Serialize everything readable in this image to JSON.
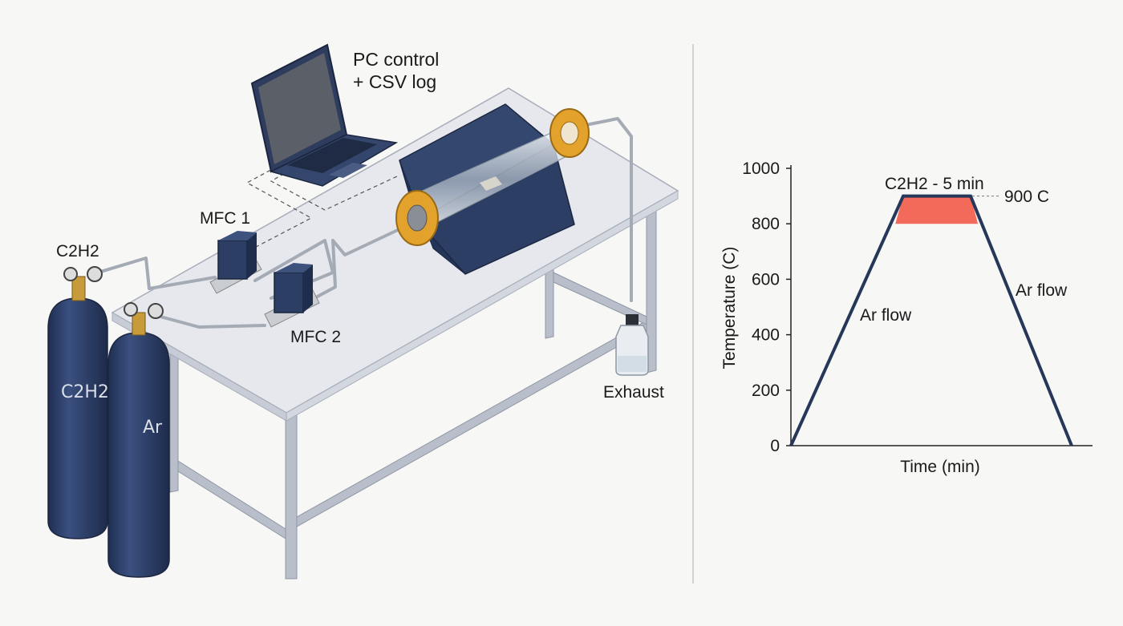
{
  "labels": {
    "pc_line1": "PC control",
    "pc_line2": "+ CSV log",
    "mfc1": "MFC 1",
    "mfc2": "MFC 2",
    "c2h2_regulator": "C2H2",
    "c2h2_cylinder": "C2H2",
    "ar_cylinder": "Ar",
    "exhaust": "Exhaust"
  },
  "colors": {
    "navy": "#2c3e63",
    "table_top": "#e6e8ee",
    "orange_flange": "#e3a22c",
    "hold_fill": "#f46a5a",
    "profile_line": "#27375a"
  },
  "chart_data": {
    "type": "line",
    "title": "",
    "xlabel": "Time (min)",
    "ylabel": "Temperature (C)",
    "y_ticks": [
      "0",
      "200",
      "400",
      "600",
      "800",
      "1000"
    ],
    "ylim": [
      0,
      1000
    ],
    "series": [
      {
        "x": [
          0,
          40,
          64,
          100
        ],
        "y": [
          0,
          900,
          900,
          0
        ]
      }
    ],
    "annotations": {
      "hold": "C2H2 - 5 min",
      "setpoint": "900 C",
      "ramp_up": "Ar flow",
      "ramp_down": "Ar flow"
    },
    "hold_band": {
      "x_bottom": [
        37.2,
        66.6
      ],
      "x_top": [
        40,
        64
      ],
      "y": [
        800,
        900
      ]
    }
  }
}
